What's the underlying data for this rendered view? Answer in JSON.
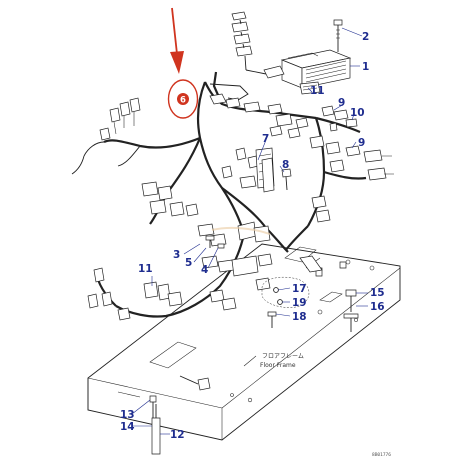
{
  "diagram": {
    "callouts": [
      {
        "id": "c1",
        "text": "1"
      },
      {
        "id": "c2",
        "text": "2"
      },
      {
        "id": "c3",
        "text": "3"
      },
      {
        "id": "c4",
        "text": "4"
      },
      {
        "id": "c5",
        "text": "5"
      },
      {
        "id": "c6",
        "text": "6"
      },
      {
        "id": "c7",
        "text": "7"
      },
      {
        "id": "c8",
        "text": "8"
      },
      {
        "id": "c9a",
        "text": "9"
      },
      {
        "id": "c9b",
        "text": "9"
      },
      {
        "id": "c10",
        "text": "10"
      },
      {
        "id": "c11a",
        "text": "11"
      },
      {
        "id": "c11b",
        "text": "11"
      },
      {
        "id": "c12",
        "text": "12"
      },
      {
        "id": "c13",
        "text": "13"
      },
      {
        "id": "c14",
        "text": "14"
      },
      {
        "id": "c15",
        "text": "15"
      },
      {
        "id": "c16",
        "text": "16"
      },
      {
        "id": "c17",
        "text": "17"
      },
      {
        "id": "c18",
        "text": "18"
      },
      {
        "id": "c19",
        "text": "19"
      }
    ],
    "floor_label_jp": "フロアフレーム",
    "floor_label_en": "Floor Frame",
    "drawing_code": "8B01776",
    "highlight_color": "#d0341f",
    "callout_color": "#1f2d8f"
  }
}
